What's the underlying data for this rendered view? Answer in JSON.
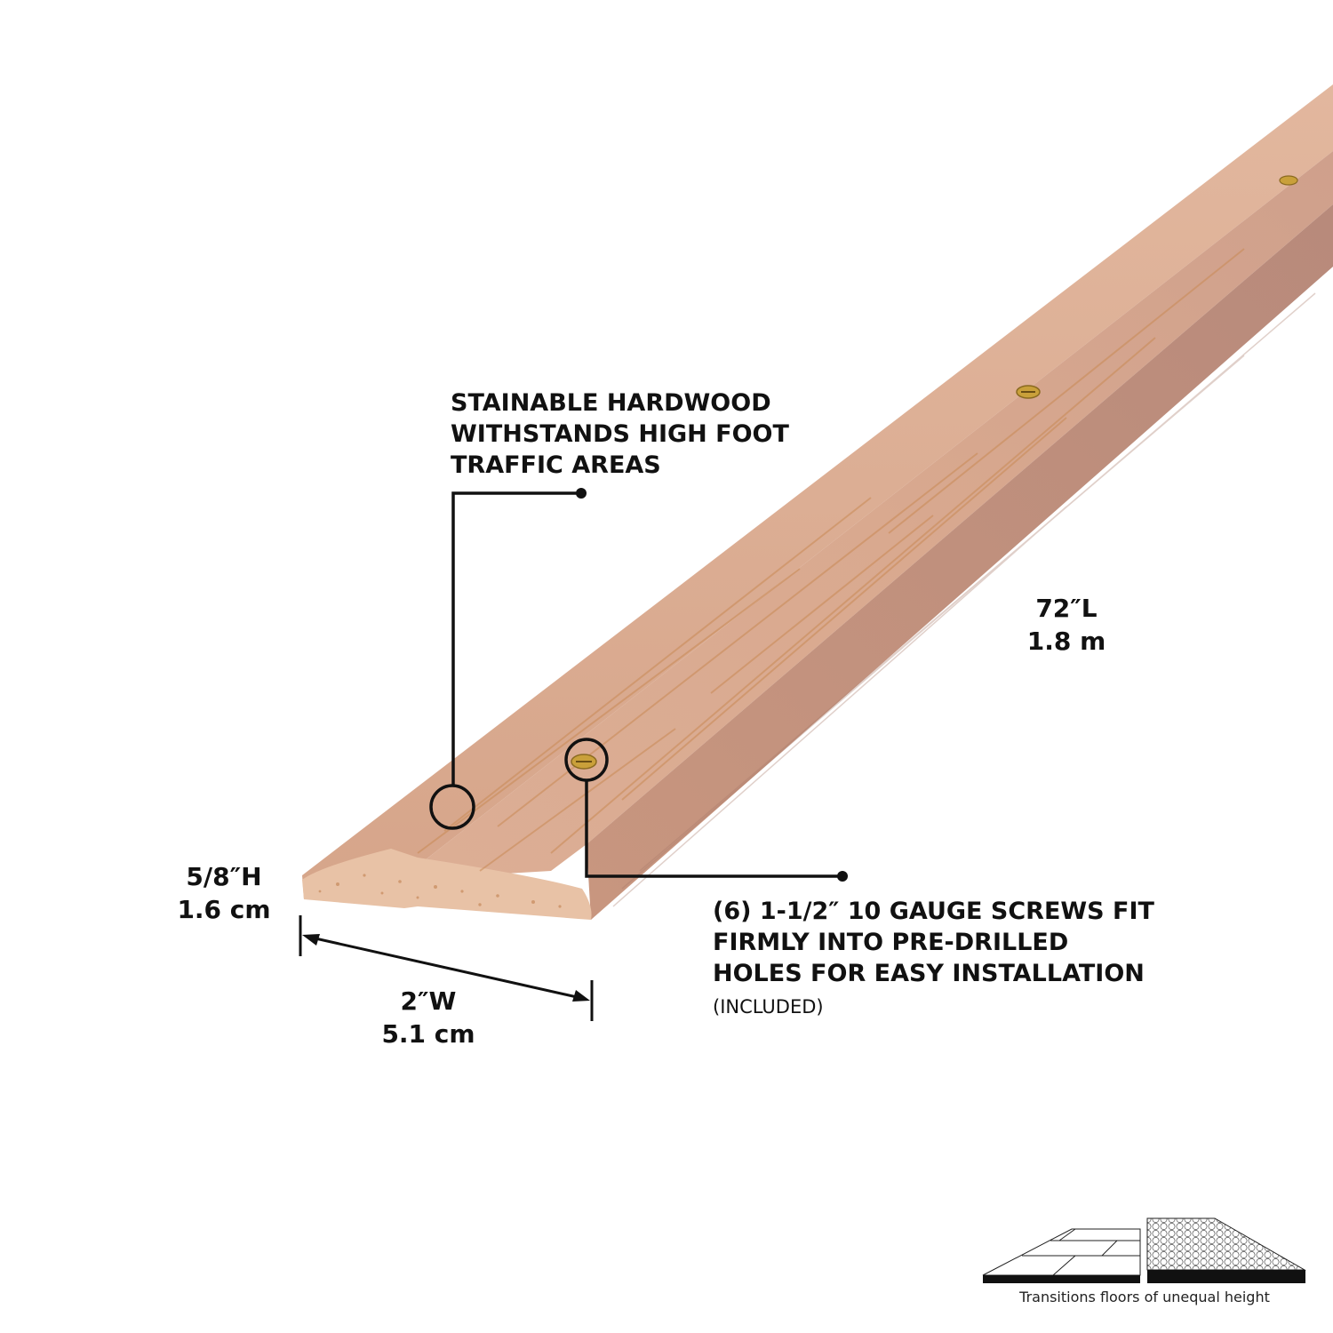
{
  "product": {
    "type": "hardwood threshold / reducer strip",
    "colors": {
      "background": "#ffffff",
      "wood_top": "#d9a98f",
      "wood_top_light": "#e4bca3",
      "wood_side": "#c59580",
      "wood_end_grain": "#e8c2a6",
      "grain": "#c98a55",
      "screw": "#c9a03a",
      "callout_line": "#111111"
    }
  },
  "callouts": {
    "hardwood": {
      "lines": [
        "STAINABLE HARDWOOD",
        "WITHSTANDS HIGH FOOT",
        "TRAFFIC AREAS"
      ]
    },
    "screws": {
      "lines": [
        "(6) 1-1/2″ 10 GAUGE SCREWS FIT",
        "FIRMLY INTO PRE-DRILLED",
        "HOLES FOR EASY INSTALLATION"
      ],
      "note": "(INCLUDED)"
    }
  },
  "dimensions": {
    "length": {
      "imperial": "72″L",
      "metric": "1.8 m"
    },
    "height": {
      "imperial": "5/8″H",
      "metric": "1.6 cm"
    },
    "width": {
      "imperial": "2″W",
      "metric": "5.1 cm"
    }
  },
  "legend": {
    "icon": "floor-transition-diagram-icon",
    "caption": "Transitions floors of unequal height"
  }
}
